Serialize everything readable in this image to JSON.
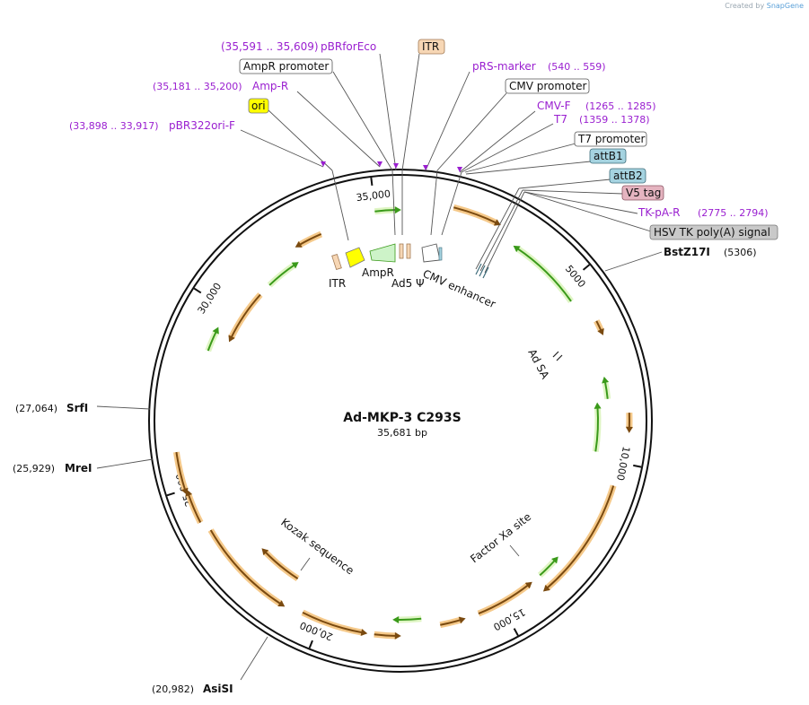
{
  "credit": {
    "prefix": "Created by",
    "brand": "SnapGene"
  },
  "plasmid": {
    "name": "Ad-MKP-3 C293S",
    "length_label": "35,681 bp",
    "total_bp": 35681
  },
  "colors": {
    "feature_green": "#3a9a1a",
    "feature_orange": "#c07a1a",
    "primer_purple": "#9a1fd0",
    "ori_yellow": "#ffff00",
    "itr_peach": "#f7d7b5",
    "att_blue": "#a5d3e0",
    "v5_pink": "#e5b4c0",
    "hsv_gray": "#c9c9c9"
  },
  "ring_ticks": [
    {
      "label": "5000",
      "bp": 5000
    },
    {
      "label": "10,000",
      "bp": 10000
    },
    {
      "label": "15,000",
      "bp": 15000
    },
    {
      "label": "20,000",
      "bp": 20000
    },
    {
      "label": "25,000",
      "bp": 25000
    },
    {
      "label": "30,000",
      "bp": 30000
    },
    {
      "label": "35,000",
      "bp": 35000
    }
  ],
  "labels": {
    "pbrforeco": {
      "range": "(35,591 .. 35,609)",
      "name": "pBRforEco"
    },
    "itr": {
      "name": "ITR"
    },
    "ampr_promoter": {
      "name": "AmpR promoter"
    },
    "prs_marker": {
      "name": "pRS-marker",
      "range": "(540 .. 559)"
    },
    "ampr_primer": {
      "range": "(35,181 .. 35,200)",
      "name": "Amp-R"
    },
    "cmv_promoter": {
      "name": "CMV promoter"
    },
    "ori": {
      "name": "ori"
    },
    "cmv_f": {
      "name": "CMV-F",
      "range": "(1265 .. 1285)"
    },
    "t7": {
      "name": "T7",
      "range": "(1359 .. 1378)"
    },
    "pbr322ori": {
      "range": "(33,898 .. 33,917)",
      "name": "pBR322ori-F"
    },
    "t7_promoter": {
      "name": "T7 promoter"
    },
    "attb1": {
      "name": "attB1"
    },
    "attb2": {
      "name": "attB2"
    },
    "v5": {
      "name": "V5 tag"
    },
    "tkpa": {
      "name": "TK-pA-R",
      "range": "(2775 .. 2794)"
    },
    "hsv": {
      "name": "HSV TK poly(A) signal"
    },
    "bstz17i": {
      "name": "BstZ17I",
      "pos": "(5306)"
    },
    "srfi": {
      "pos": "(27,064)",
      "name": "SrfI"
    },
    "trei": {
      "pos": "(25,929)",
      "name": "MreI"
    },
    "asisi": {
      "pos": "(20,982)",
      "name": "AsiSI"
    }
  },
  "inner_labels": {
    "itr": "ITR",
    "ampr": "AmpR",
    "ad5": "Ad5 Ψ",
    "cmv_enh": "CMV enhancer",
    "ad_sa": "Ad SA",
    "kozak": "Kozak sequence",
    "factor_xa": "Factor Xa site"
  }
}
